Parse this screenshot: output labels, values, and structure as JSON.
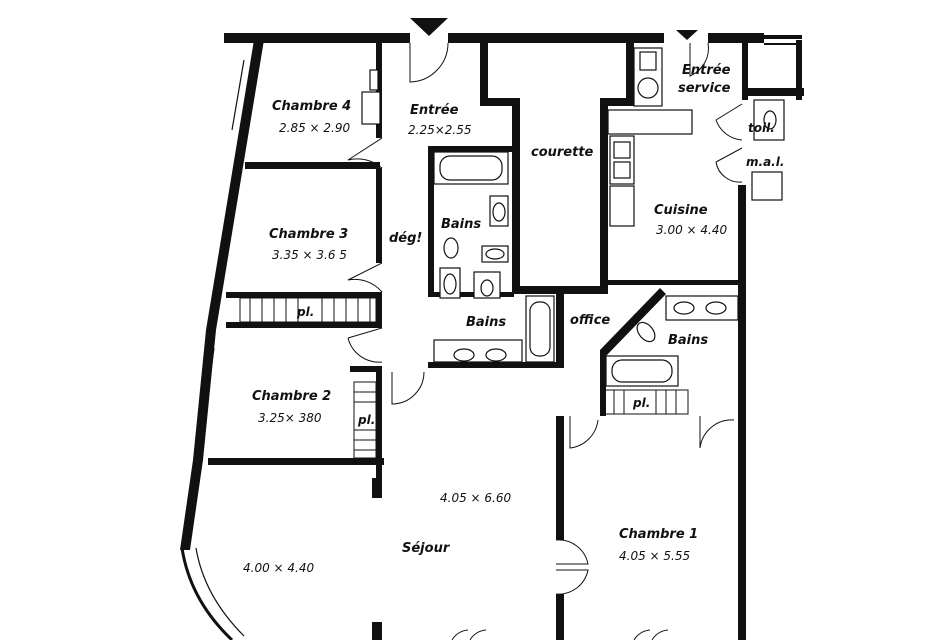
{
  "rooms": {
    "chambre4": {
      "name": "Chambre 4",
      "dims": "2.85 × 2.90"
    },
    "entree": {
      "name": "Entrée",
      "dims": "2.25×2.55"
    },
    "entree_service_1": "Entrée",
    "entree_service_2": "service",
    "courette": "courette",
    "toil": "toil.",
    "mal": "m.a.l.",
    "cuisine": {
      "name": "Cuisine",
      "dims": "3.00 × 4.40"
    },
    "chambre3": {
      "name": "Chambre 3",
      "dims": "3.35 × 3.6 5"
    },
    "deg": "dég!",
    "bains1": "Bains",
    "bains2": "Bains",
    "bains3": "Bains",
    "office": "office",
    "pl1": "pl.",
    "pl2": "pl.",
    "pl3": "pl.",
    "chambre2": {
      "name": "Chambre 2",
      "dims": "3.25× 380"
    },
    "sejour": {
      "name": "Séjour",
      "dims": "4.05 × 6.60"
    },
    "salon_dims": "4.00 × 4.40",
    "chambre1": {
      "name": "Chambre 1",
      "dims": "4.05 × 5.55"
    }
  }
}
